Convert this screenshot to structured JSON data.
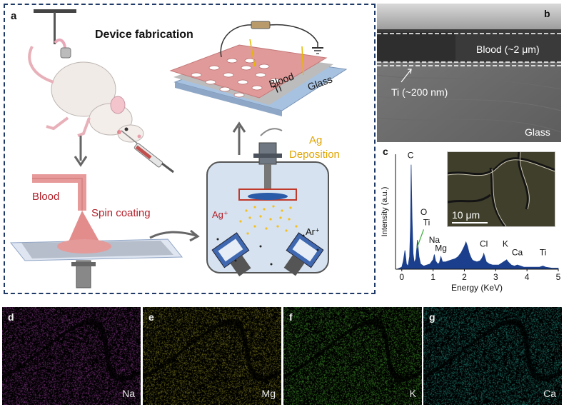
{
  "panel_a": {
    "label": "a",
    "title": "Device fabrication",
    "blood": "Blood",
    "spin": "Spin coating",
    "ag_line1": "Ag",
    "ag_line2": "Deposition",
    "ag_ion": "Ag⁺",
    "ar_ion": "Ar⁺",
    "layer_ti": "Ti",
    "layer_blood": "Blood",
    "layer_glass": "Glass"
  },
  "panel_b": {
    "label": "b",
    "blood": "Blood (~2 μm)",
    "ti": "Ti (~200 nm)",
    "glass": "Glass"
  },
  "panel_c": {
    "label": "c",
    "inset_scale": "10 μm"
  },
  "chart_data": {
    "type": "line",
    "xlabel": "Energy (KeV)",
    "ylabel": "Intensity (a.u.)",
    "xlim": [
      -0.2,
      5
    ],
    "xticks": [
      "0",
      "1",
      "2",
      "3",
      "4",
      "5"
    ],
    "x": [
      -0.15,
      0.0,
      0.05,
      0.1,
      0.15,
      0.2,
      0.25,
      0.28,
      0.3,
      0.33,
      0.36,
      0.4,
      0.45,
      0.5,
      0.55,
      0.6,
      0.7,
      0.8,
      0.9,
      1.0,
      1.04,
      1.08,
      1.15,
      1.2,
      1.25,
      1.3,
      1.4,
      1.5,
      1.6,
      1.7,
      1.8,
      1.9,
      2.0,
      2.05,
      2.1,
      2.15,
      2.2,
      2.25,
      2.3,
      2.4,
      2.5,
      2.55,
      2.6,
      2.62,
      2.65,
      2.7,
      2.8,
      2.9,
      3.0,
      3.1,
      3.2,
      3.3,
      3.35,
      3.4,
      3.5,
      3.6,
      3.69,
      3.8,
      3.9,
      4.0,
      4.2,
      4.4,
      4.51,
      4.6,
      4.8,
      5.0
    ],
    "y": [
      0.0,
      0.02,
      0.08,
      0.18,
      0.05,
      0.03,
      0.12,
      0.4,
      1.0,
      0.48,
      0.15,
      0.06,
      0.1,
      0.28,
      0.12,
      0.05,
      0.03,
      0.04,
      0.05,
      0.09,
      0.14,
      0.08,
      0.05,
      0.06,
      0.12,
      0.07,
      0.07,
      0.08,
      0.09,
      0.1,
      0.12,
      0.16,
      0.22,
      0.26,
      0.22,
      0.16,
      0.12,
      0.09,
      0.08,
      0.07,
      0.08,
      0.1,
      0.13,
      0.15,
      0.12,
      0.07,
      0.05,
      0.04,
      0.04,
      0.04,
      0.06,
      0.08,
      0.09,
      0.07,
      0.04,
      0.03,
      0.04,
      0.03,
      0.02,
      0.02,
      0.02,
      0.02,
      0.03,
      0.02,
      0.01,
      0.01
    ],
    "annotations": [
      {
        "label": "C",
        "x": 0.28,
        "y": 1.05
      },
      {
        "label": "O",
        "x": 0.52,
        "y": 0.5
      },
      {
        "label": "Ti",
        "x": 0.52,
        "y": 0.37
      },
      {
        "label": "Na",
        "x": 1.04,
        "y": 0.24
      },
      {
        "label": "Mg",
        "x": 1.25,
        "y": 0.16
      },
      {
        "label": "Cl",
        "x": 2.62,
        "y": 0.2
      },
      {
        "label": "K",
        "x": 3.31,
        "y": 0.2
      },
      {
        "label": "Ca",
        "x": 3.69,
        "y": 0.12
      },
      {
        "label": "Ti",
        "x": 4.51,
        "y": 0.12
      }
    ],
    "color": "#1b3f8c"
  },
  "maps": [
    {
      "label": "d",
      "element": "Na",
      "color": "#c04ec6"
    },
    {
      "label": "e",
      "element": "Mg",
      "color": "#b8b62c"
    },
    {
      "label": "f",
      "element": "K",
      "color": "#5bd43a"
    },
    {
      "label": "g",
      "element": "Ca",
      "color": "#2ec4b0"
    }
  ]
}
